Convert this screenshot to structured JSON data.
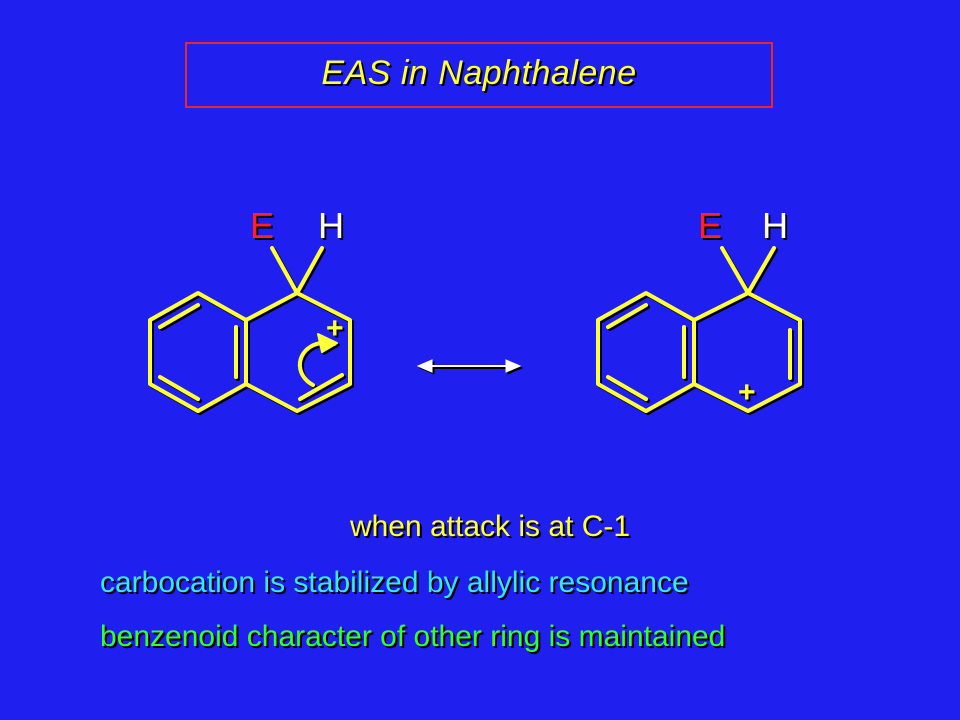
{
  "title": "EAS in Naphthalene",
  "structure_left": {
    "substituent_1": "E",
    "substituent_2": "H",
    "charge": "+"
  },
  "structure_right": {
    "substituent_1": "E",
    "substituent_2": "H",
    "charge": "+"
  },
  "caption": {
    "line1": "when attack is at C-1",
    "line2": "carbocation is stabilized by allylic resonance",
    "line3": "benzenoid character of other ring is maintained"
  },
  "colors": {
    "background": "#1f1ff0",
    "bond": "#ffff3a",
    "electrophile": "#ff2020",
    "title_border": "#e8262c",
    "line2": "#33e8ff",
    "line3": "#33ff33"
  }
}
